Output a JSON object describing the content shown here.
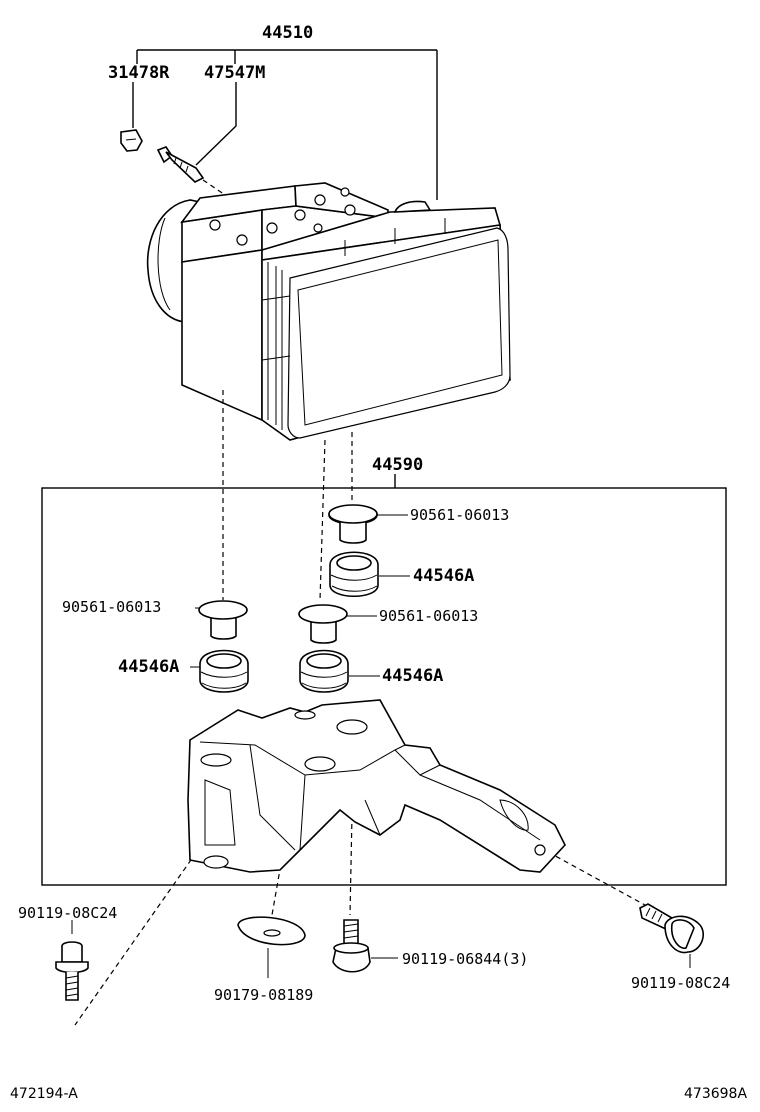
{
  "diagram": {
    "labels": {
      "assembly": "44510",
      "sensor_plug": "31478R",
      "bleeder": "47547M",
      "bracket": "44590",
      "collar_top": "90561-06013",
      "cushion_top": "44546A",
      "collar_left": "90561-06013",
      "collar_mid": "90561-06013",
      "cushion_left": "44546A",
      "cushion_mid": "44546A",
      "bolt_left": "90119-08C24",
      "washer": "90179-08189",
      "bolt_mid": "90119-06844(3)",
      "bolt_right": "90119-08C24",
      "ref_left": "472194-A",
      "ref_right": "473698A"
    }
  }
}
